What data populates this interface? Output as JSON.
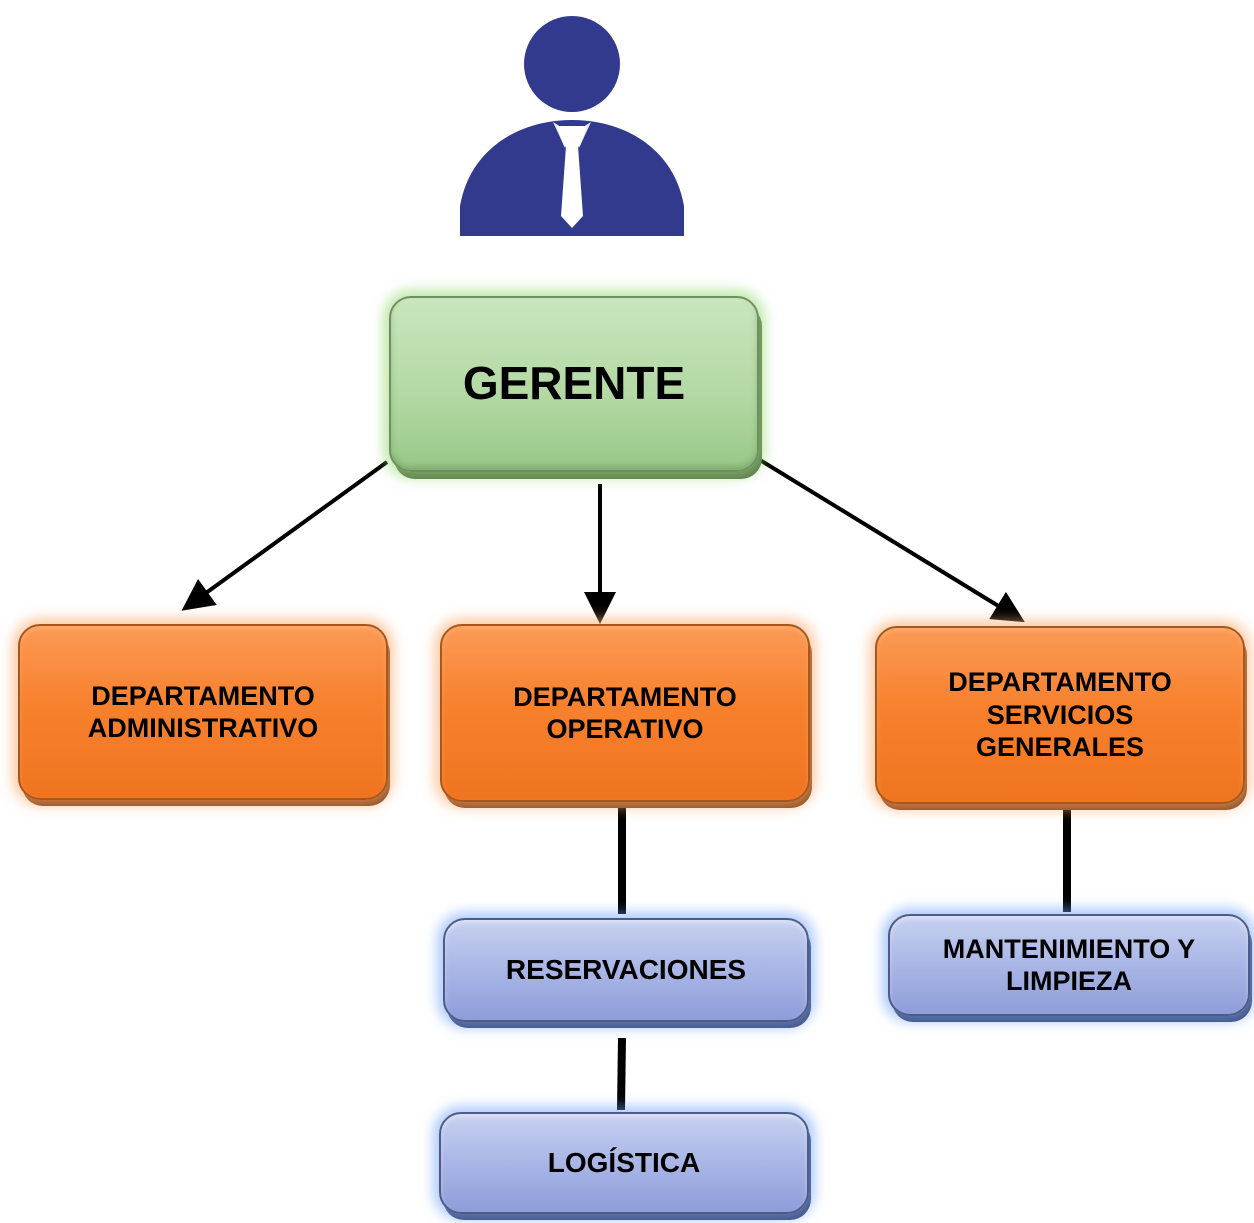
{
  "colors": {
    "person_icon": "#313a8d",
    "manager_box": "#b4d9a4",
    "department_box": "#f7812e",
    "unit_box": "#a9b6e6",
    "connector": "#000000"
  },
  "icons": {
    "top": "person-with-tie-icon"
  },
  "nodes": {
    "gerente": {
      "label": "GERENTE"
    },
    "dept_administrativo": {
      "label": "DEPARTAMENTO\nADMINISTRATIVO"
    },
    "dept_operativo": {
      "label": "DEPARTAMENTO\nOPERATIVO"
    },
    "dept_servicios": {
      "label": "DEPARTAMENTO\nSERVICIOS\nGENERALES"
    },
    "reservaciones": {
      "label": "RESERVACIONES"
    },
    "mantenimiento": {
      "label": "MANTENIMIENTO Y\nLIMPIEZA"
    },
    "logistica": {
      "label": "LOGÍSTICA"
    }
  },
  "edges": [
    {
      "from": "gerente",
      "to": "dept_administrativo",
      "arrow": true
    },
    {
      "from": "gerente",
      "to": "dept_operativo",
      "arrow": true
    },
    {
      "from": "gerente",
      "to": "dept_servicios",
      "arrow": true
    },
    {
      "from": "dept_operativo",
      "to": "reservaciones",
      "arrow": false
    },
    {
      "from": "reservaciones",
      "to": "logistica",
      "arrow": false
    },
    {
      "from": "dept_servicios",
      "to": "mantenimiento",
      "arrow": false
    }
  ]
}
